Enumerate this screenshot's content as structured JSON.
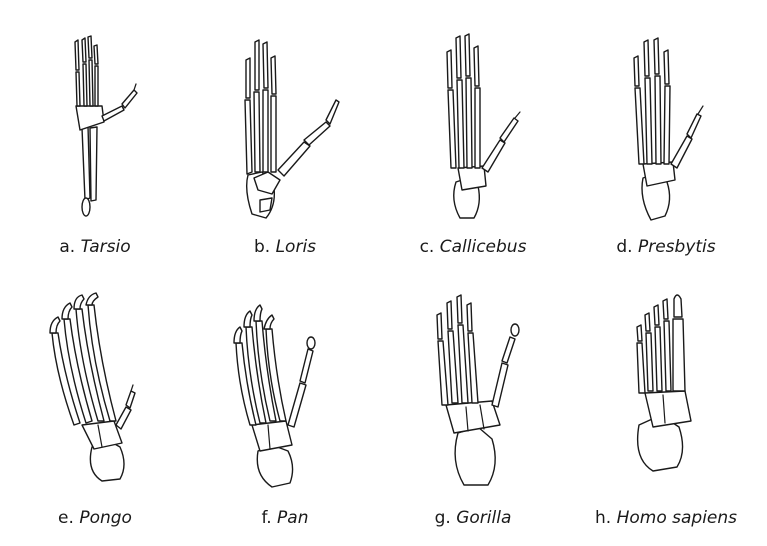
{
  "figure": {
    "panels": [
      {
        "letter": "a.",
        "name": "Tarsio",
        "icon": "tarsier-foot-skeleton-icon"
      },
      {
        "letter": "b.",
        "name": "Loris",
        "icon": "loris-foot-skeleton-icon"
      },
      {
        "letter": "c.",
        "name": "Callicebus",
        "icon": "callicebus-foot-skeleton-icon"
      },
      {
        "letter": "d.",
        "name": "Presbytis",
        "icon": "presbytis-foot-skeleton-icon"
      },
      {
        "letter": "e.",
        "name": "Pongo",
        "icon": "pongo-foot-skeleton-icon"
      },
      {
        "letter": "f.",
        "name": "Pan",
        "icon": "pan-foot-skeleton-icon"
      },
      {
        "letter": "g.",
        "name": "Gorilla",
        "icon": "gorilla-foot-skeleton-icon"
      },
      {
        "letter": "h.",
        "name": "Homo sapiens",
        "icon": "human-foot-skeleton-icon"
      }
    ]
  }
}
